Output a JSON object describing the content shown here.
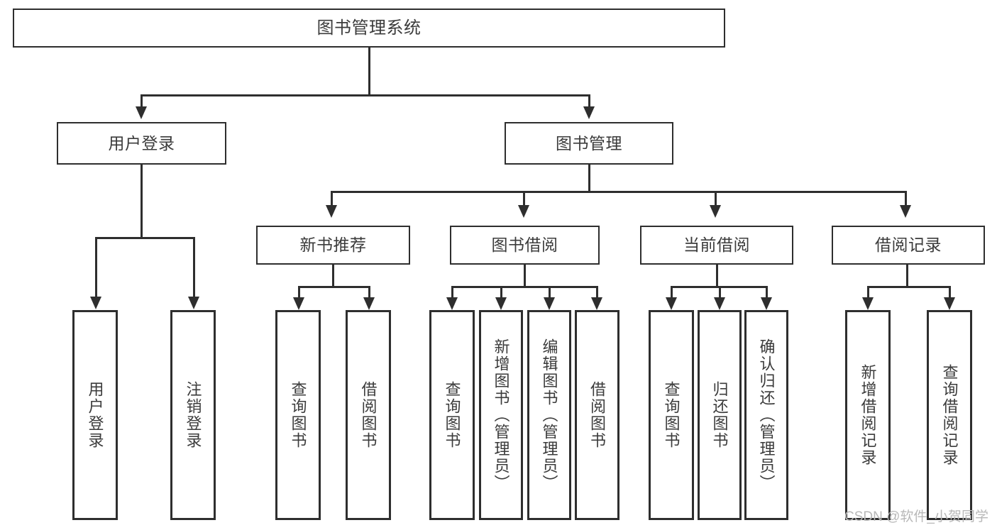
{
  "diagram": {
    "title": "图书管理系统",
    "type": "tree-hierarchy-chart",
    "watermark": "CSDN @软件_小贺同学",
    "colors": {
      "border": "#2e2e2e",
      "text": "#3b3b3b",
      "background": "#ffffff",
      "watermark": "#b8b8b8"
    },
    "nodes": {
      "root": {
        "label": "图书管理系统"
      },
      "level2": [
        {
          "label": "用户登录"
        },
        {
          "label": "图书管理"
        }
      ],
      "level3": [
        {
          "label": "新书推荐"
        },
        {
          "label": "图书借阅"
        },
        {
          "label": "当前借阅"
        },
        {
          "label": "借阅记录"
        }
      ],
      "leaves": {
        "user_login": [
          {
            "label": "用户登录"
          },
          {
            "label": "注销登录"
          }
        ],
        "new_book_recommend": [
          {
            "label": "查询图书"
          },
          {
            "label": "借阅图书"
          }
        ],
        "book_borrow": [
          {
            "label": "查询图书"
          },
          {
            "label": "新增图书（管理员）"
          },
          {
            "label": "编辑图书（管理员）"
          },
          {
            "label": "借阅图书"
          }
        ],
        "current_borrow": [
          {
            "label": "查询图书"
          },
          {
            "label": "归还图书"
          },
          {
            "label": "确认归还（管理员）"
          }
        ],
        "borrow_record": [
          {
            "label": "新增借阅记录"
          },
          {
            "label": "查询借阅记录"
          }
        ]
      }
    }
  }
}
